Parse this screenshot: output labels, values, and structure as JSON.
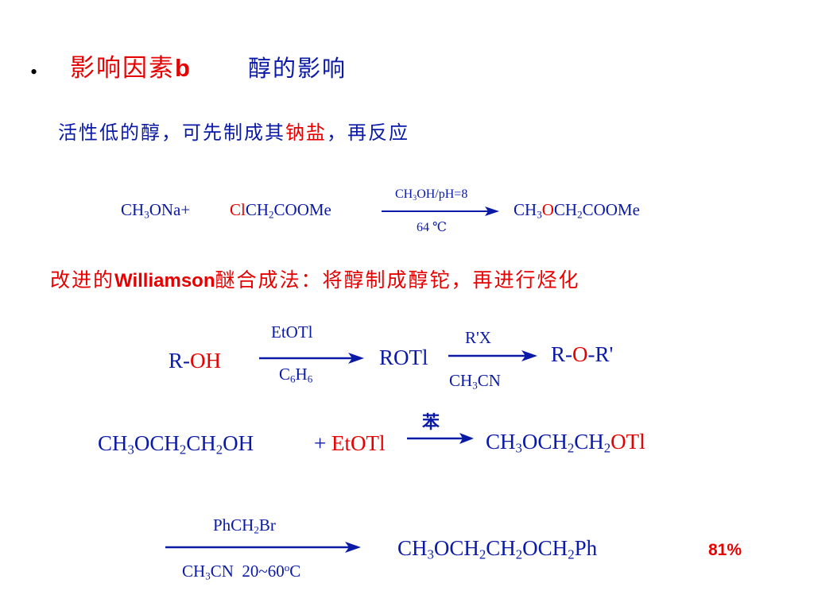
{
  "title": {
    "bullet": "•",
    "part1": "影响因素",
    "letter": "b",
    "part2": "醇的影响"
  },
  "note1": {
    "pre": "活性低的醇，可先制成其",
    "highlight": "钠盐",
    "post": "，再反应"
  },
  "rxn1": {
    "r1_a": "CH",
    "r1_b": "3",
    "r1_c": "ONa+",
    "cl": "Cl",
    "r2_a": "CH",
    "r2_b": "2",
    "r2_c": "COOMe",
    "cond_top_a": "CH",
    "cond_top_b": "3",
    "cond_top_c": "OH/pH=8",
    "cond_bottom": "64 ℃",
    "p_a": "CH",
    "p_b": "3",
    "p_o": "O",
    "p_c": "CH",
    "p_d": "2",
    "p_e": "COOMe"
  },
  "note2": {
    "pre": "改进的",
    "latin": "Williamson",
    "mid": "醚合成法：将醇制成",
    "highlight": "醇铊",
    "post": "，再进行烃化"
  },
  "rxn2": {
    "r_a": "R-",
    "r_oh": "OH",
    "arrow1_top": "EtOTl",
    "arrow1_bottom_a": "C",
    "arrow1_bottom_b": "6",
    "arrow1_bottom_c": "H",
    "arrow1_bottom_d": "6",
    "intermediate": "ROTl",
    "arrow2_top": "R'X",
    "arrow2_bottom_a": "CH",
    "arrow2_bottom_b": "3",
    "arrow2_bottom_c": "CN",
    "p_a": "R-",
    "p_o": "O",
    "p_c": "-R'"
  },
  "rxn3": {
    "s1": "CH",
    "s2": "3",
    "s3": "OCH",
    "s4": "2",
    "s5": "CH",
    "s6": "2",
    "s7": "OH",
    "plus": "+",
    "reagent": "EtOTl",
    "cond": "苯",
    "p1": "CH",
    "p2": "3",
    "p3": "OCH",
    "p4": "2",
    "p5": "CH",
    "p6": "2",
    "p_otl": "OTl"
  },
  "rxn4": {
    "top_a": "PhCH",
    "top_b": "2",
    "top_c": "Br",
    "bottom_a": "CH",
    "bottom_b": "3",
    "bottom_c": "CN  20~60",
    "bottom_d": "o",
    "bottom_e": "C",
    "p1": "CH",
    "p2": "3",
    "p3": "OCH",
    "p4": "2",
    "p5": "CH",
    "p6": "2",
    "p7": "OCH",
    "p8": "2",
    "p9": "Ph",
    "yield": "81%"
  },
  "colors": {
    "blue": "#0a1aa6",
    "red": "#e60000",
    "black": "#000000"
  }
}
